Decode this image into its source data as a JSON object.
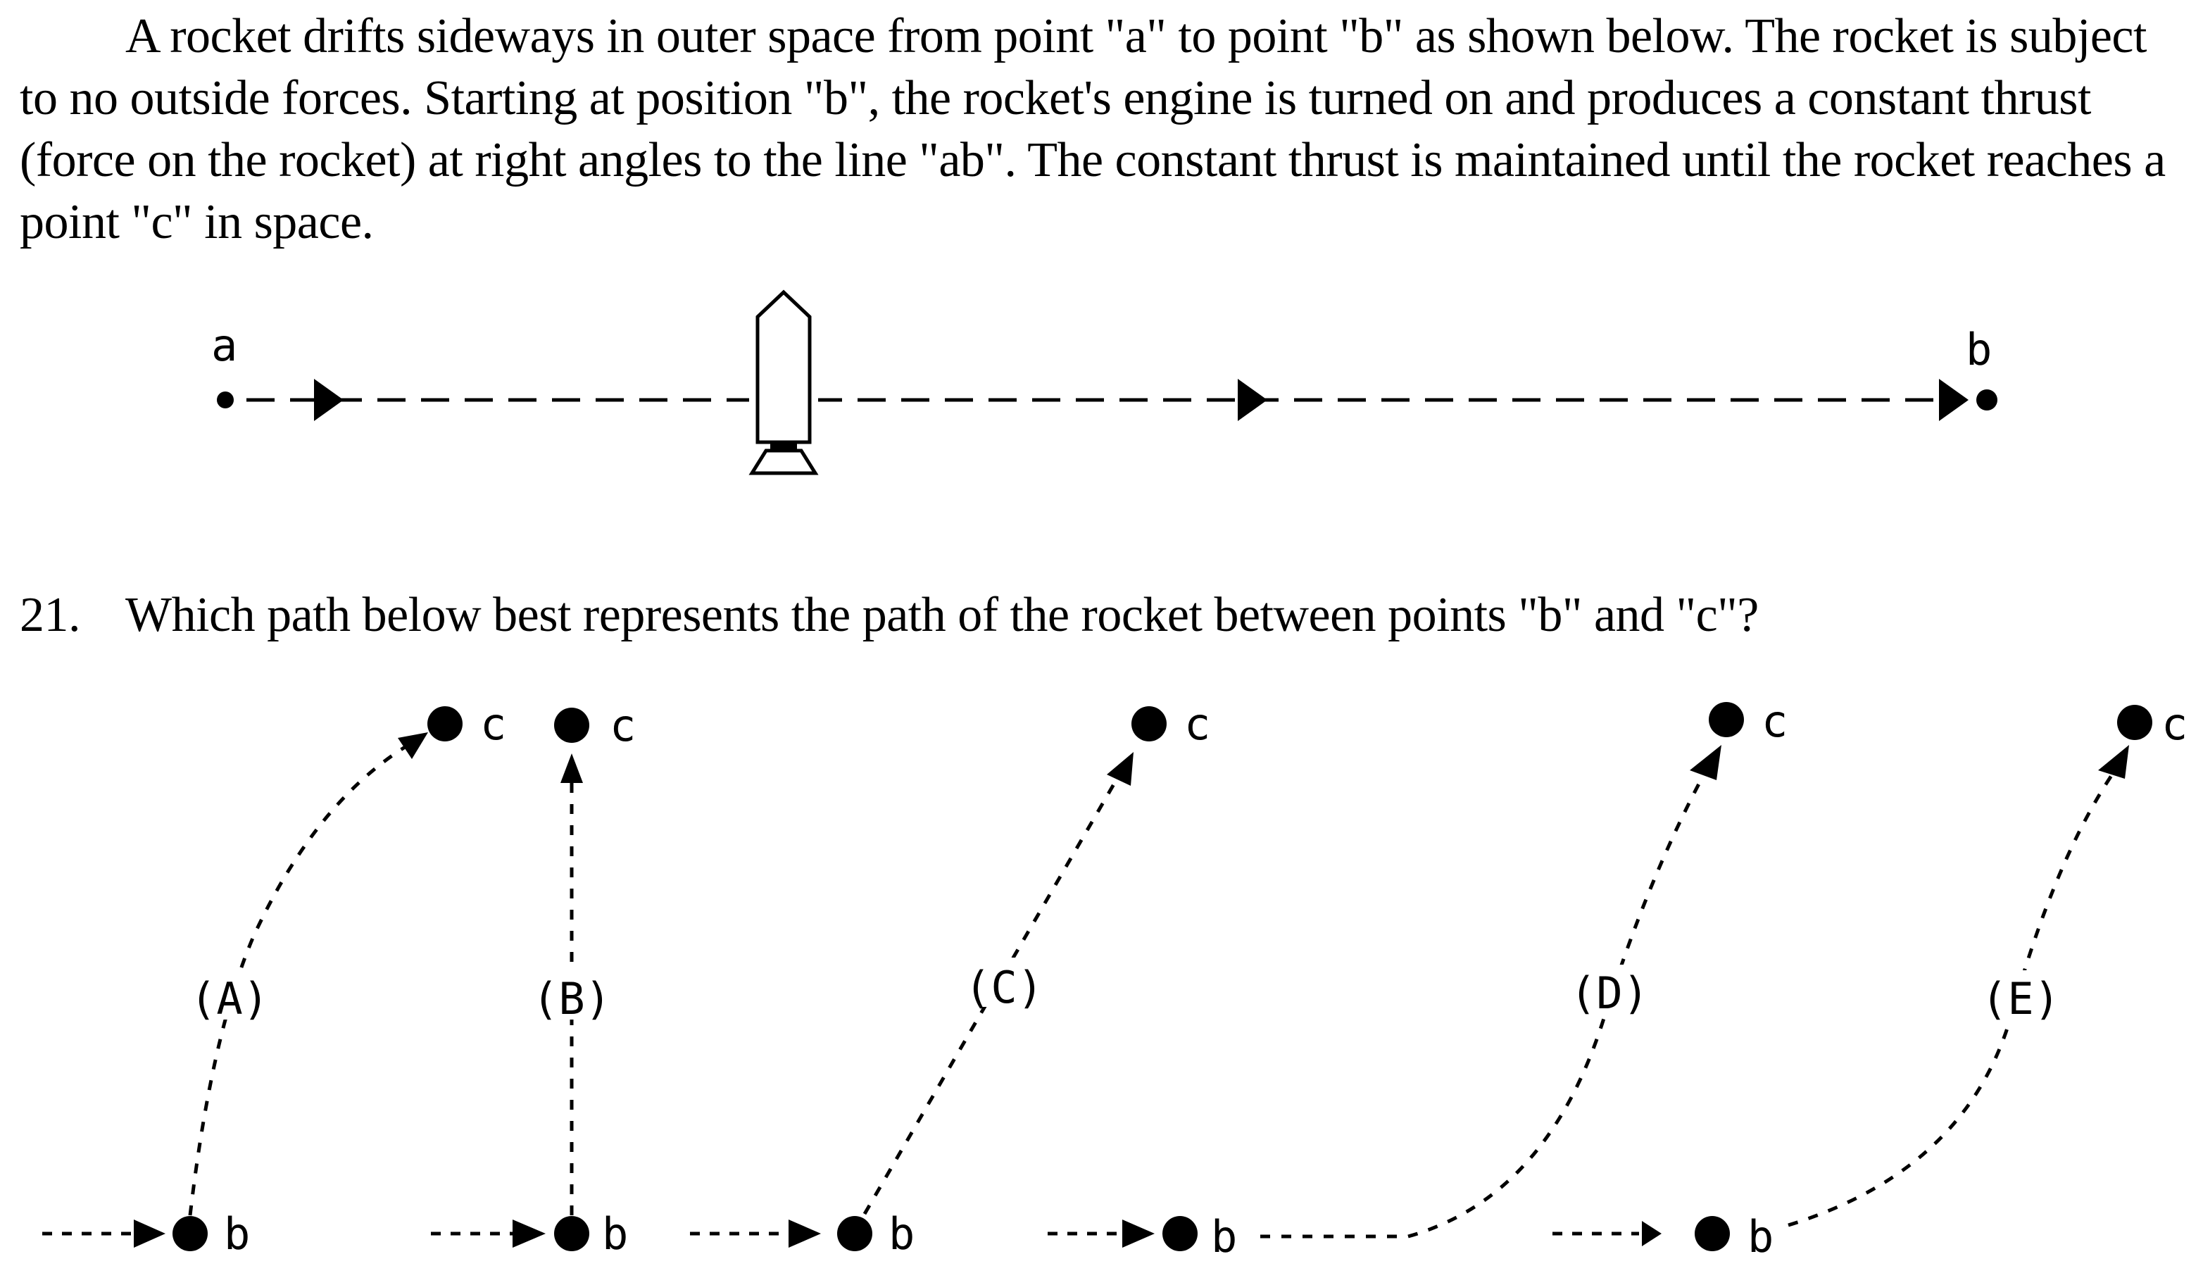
{
  "problem": {
    "intro": "A rocket drifts sideways in outer space from point \"a\" to point \"b\" as shown below.  The rocket is subject to no outside forces.  Starting at position \"b\", the rocket's engine is turned on and produces a constant thrust (force on the rocket) at right angles to the line \"ab\".  The constant thrust is maintained until the rocket reaches a point \"c\" in space."
  },
  "top_diagram": {
    "point_a_label": "a",
    "point_b_label": "b"
  },
  "question": {
    "number": "21.",
    "text": "Which path below best represents the path of the rocket between points \"b\" and \"c\"?"
  },
  "options": [
    {
      "label": "(A)",
      "start_label": "b",
      "end_label": "c"
    },
    {
      "label": "(B)",
      "start_label": "b",
      "end_label": "c"
    },
    {
      "label": "(C)",
      "start_label": "b",
      "end_label": "c"
    },
    {
      "label": "(D)",
      "start_label": "b",
      "end_label": "c"
    },
    {
      "label": "(E)",
      "start_label": "b",
      "end_label": "c"
    }
  ]
}
